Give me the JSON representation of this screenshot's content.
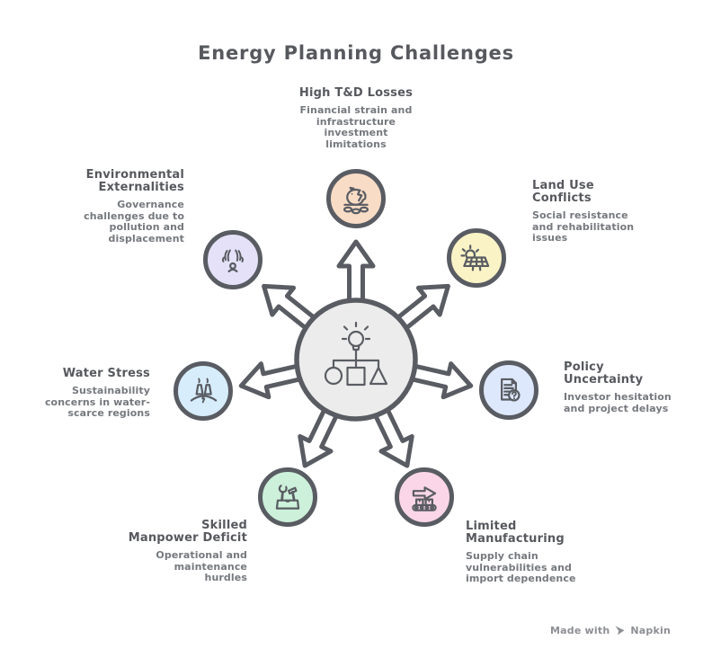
{
  "title": "Energy Planning Challenges",
  "center": {
    "icon": "idea-balance-icon",
    "arrow_count": 7
  },
  "nodes": [
    {
      "id": "high-td-losses",
      "label": "High T&D Losses",
      "description": "Financial strain and\ninfrastructure\ninvestment\nlimitations",
      "color": "#f8dcc6",
      "icon": "piggy-bank-broken-icon"
    },
    {
      "id": "land-use-conflicts",
      "label": "Land Use\nConflicts",
      "description": "Social resistance\nand rehabilitation\nissues",
      "color": "#faf3c6",
      "icon": "solar-panel-sun-icon"
    },
    {
      "id": "policy-uncertainty",
      "label": "Policy\nUncertainty",
      "description": "Investor hesitation\nand project delays",
      "color": "#dee8fc",
      "icon": "document-question-icon"
    },
    {
      "id": "limited-manufacturing",
      "label": "Limited\nManufacturing",
      "description": "Supply chain\nvulnerabilities and\nimport dependence",
      "color": "#fad6e8",
      "icon": "conveyor-belt-arrow-icon"
    },
    {
      "id": "skilled-manpower-deficit",
      "label": "Skilled\nManpower Deficit",
      "description": "Operational and\nmaintenance\nhurdles",
      "color": "#ccf0da",
      "icon": "toolbox-tools-icon"
    },
    {
      "id": "water-stress",
      "label": "Water Stress",
      "description": "Sustainability\nconcerns in water-\nscarce regions",
      "color": "#d7edfb",
      "icon": "power-plant-icon"
    },
    {
      "id": "environmental-externalities",
      "label": "Environmental\nExternalities",
      "description": "Governance\nchallenges due to\npollution and\ndisplacement",
      "color": "#e5e1f8",
      "icon": "pollution-smoke-icon"
    }
  ],
  "watermark": {
    "prefix": "Made with",
    "brand": "Napkin"
  },
  "colors": {
    "ink": "#595c62",
    "hub_fill": "#ececec",
    "title_text": "#57595e",
    "desc_text": "#75787d",
    "watermark_text": "#8d8f94",
    "background": "#ffffff"
  }
}
